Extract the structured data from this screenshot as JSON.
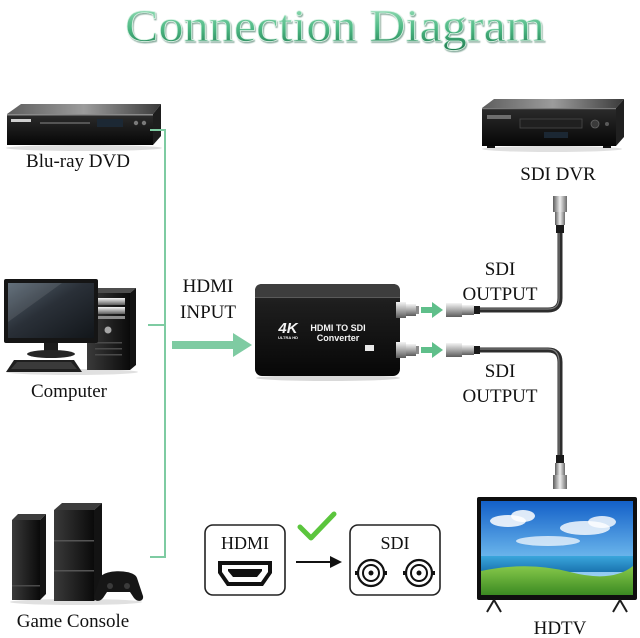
{
  "title": "Connection Diagram",
  "sources": [
    {
      "label": "Blu-ray DVD",
      "icon": "bluray-player-icon"
    },
    {
      "label": "Computer",
      "icon": "desktop-computer-icon"
    },
    {
      "label": "Game Console",
      "icon": "game-console-icon"
    }
  ],
  "input": {
    "line1": "HDMI",
    "line2": "INPUT"
  },
  "converter": {
    "badge": "4K",
    "badge_sub": "ULTRA HD",
    "line1": "HDMI TO SDI",
    "line2": "Converter"
  },
  "outputs": [
    {
      "line1": "SDI",
      "line2": "OUTPUT"
    },
    {
      "line1": "SDI",
      "line2": "OUTPUT"
    }
  ],
  "destinations": [
    {
      "label": "SDI DVR",
      "icon": "sdi-dvr-icon"
    },
    {
      "label": "HDTV",
      "icon": "hdtv-icon"
    }
  ],
  "legend": {
    "from": "HDMI",
    "to": "SDI",
    "from_icon": "hdmi-port-icon",
    "to_icon": "bnc-port-icon",
    "status_icon": "checkmark-icon",
    "arrow_icon": "arrow-right-icon"
  },
  "colors": {
    "title_light": "#a9e7c5",
    "title_dark": "#1f7c4f",
    "connector_green": "#7ecba2",
    "arrow_green": "#5fbf8a",
    "checkmark_green": "#5bc53d"
  }
}
